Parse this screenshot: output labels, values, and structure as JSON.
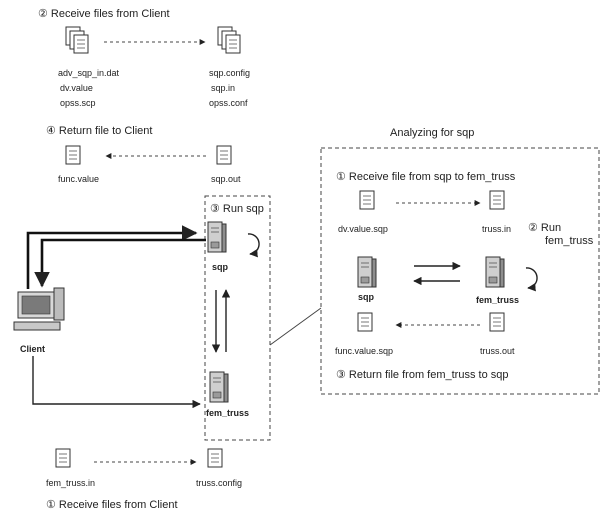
{
  "sections": {
    "step2_receive": "② Receive files from Client",
    "step4_return": "④ Return file to Client",
    "step3_run": "③ Run sqp",
    "step1_receive": "① Receive files from Client",
    "analyzing_title": "Analyzing for sqp",
    "sub1": "① Receive file from sqp to fem_truss",
    "sub2_line1": "② Run",
    "sub2_line2": "fem_truss",
    "sub3": "③ Return file from fem_truss to sqp"
  },
  "files": {
    "client_in": [
      "adv_sqp_in.dat",
      "dv.value",
      "opss.scp"
    ],
    "server_in": [
      "sqp.config",
      "sqp.in",
      "opss.conf"
    ],
    "func_value": "func.value",
    "sqp_out": "sqp.out",
    "fem_truss_in": "fem_truss.in",
    "truss_config": "truss.config",
    "dv_value_sqp": "dv.value.sqp",
    "truss_in": "truss.in",
    "func_value_sqp": "func.value.sqp",
    "truss_out": "truss.out"
  },
  "nodes": {
    "client": "Client",
    "sqp": "sqp",
    "fem_truss": "fem_truss",
    "sqp_detail": "sqp",
    "fem_truss_detail": "fem_truss"
  }
}
